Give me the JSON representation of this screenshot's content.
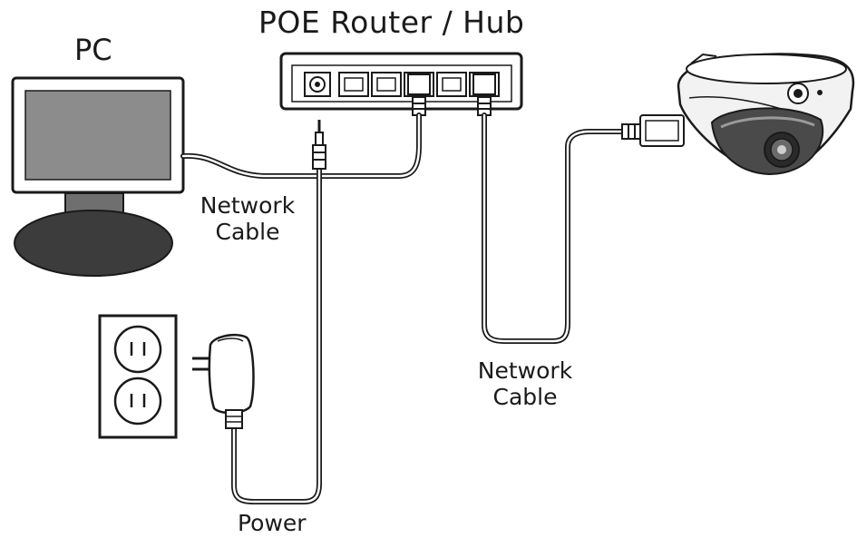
{
  "labels": {
    "router": "POE Router / Hub",
    "pc": "PC",
    "network_cable_left": [
      "Network",
      "Cable"
    ],
    "network_cable_right": [
      "Network",
      "Cable"
    ],
    "power": "Power"
  },
  "colors": {
    "stroke": "#1a1a1a",
    "screen": "#8c8c8c",
    "stand": "#6f6f6f",
    "base": "#3c3c3c",
    "background": "#ffffff"
  },
  "devices": {
    "router_ports": [
      "power-jack",
      "ethernet-port",
      "ethernet-port",
      "ethernet-port",
      "ethernet-port",
      "ethernet-port"
    ],
    "icons": [
      "pc-icon",
      "router-icon",
      "camera-icon",
      "wall-outlet-icon",
      "power-adapter-icon"
    ]
  }
}
